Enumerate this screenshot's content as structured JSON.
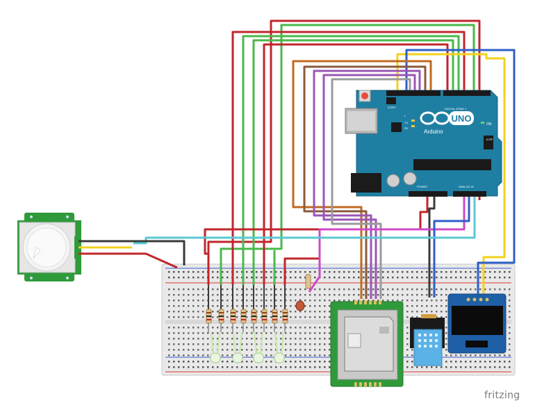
{
  "watermark": "fritzing",
  "arduino": {
    "logo_text": "UNO",
    "brand_text": "Arduino",
    "reset_label": "RESET",
    "icsp2_label": "ICSP2",
    "icsp_label": "ICSP",
    "digital_label": "DIGITAL (PWM~)",
    "power_label": "POWER",
    "analog_label": "ANALOG IN",
    "on_label": "ON",
    "tx_label": "TX",
    "rx_label": "RX",
    "l_label": "L"
  },
  "colors": {
    "arduino_board": "#1f7fa3",
    "breadboard": "#e8e8e8",
    "pir_board": "#2f9a3a",
    "sd_board": "#2f9a3a",
    "oled_board": "#1e5fa6",
    "dht_body": "#5ab2e6",
    "wire_red": "#c0262b",
    "wire_green": "#4ab84a",
    "wire_dark": "#3a3a3a",
    "wire_orange": "#c06a20",
    "wire_purple": "#9b55b5",
    "wire_gray": "#9a9a9a",
    "wire_yellow": "#f2d21e",
    "wire_blue": "#2e5fc8",
    "wire_cyan": "#5ac8d2",
    "wire_magenta": "#d048c8",
    "wire_brown": "#8b5a3a"
  },
  "components": [
    {
      "name": "pir-motion-sensor"
    },
    {
      "name": "arduino-uno-board"
    },
    {
      "name": "breadboard"
    },
    {
      "name": "sd-card-module"
    },
    {
      "name": "dht-temperature-sensor"
    },
    {
      "name": "oled-display"
    },
    {
      "name": "resistors"
    },
    {
      "name": "leds"
    },
    {
      "name": "photoresistor"
    }
  ]
}
